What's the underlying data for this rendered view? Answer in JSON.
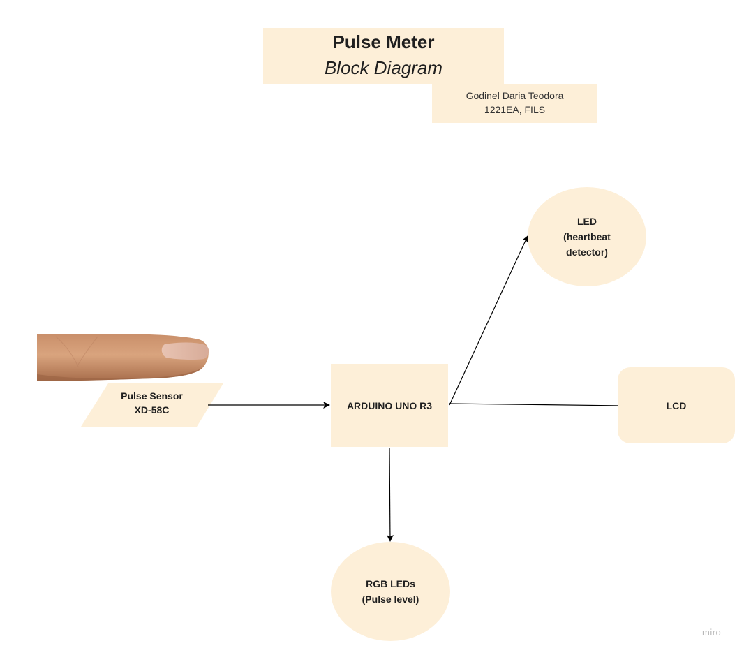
{
  "title": "Pulse Meter",
  "subtitle": "Block Diagram",
  "author": {
    "name": "Godinel Daria Teodora",
    "group": "1221EA, FILS"
  },
  "nodes": {
    "pulse_sensor": {
      "line1": "Pulse Sensor",
      "line2": "XD-58C"
    },
    "arduino": {
      "label": "ARDUINO UNO R3"
    },
    "led": {
      "line1": "LED",
      "line2": "(heartbeat",
      "line3": "detector)"
    },
    "lcd": {
      "label": "LCD"
    },
    "rgb": {
      "line1": "RGB LEDs",
      "line2": "(Pulse level)"
    }
  },
  "finger_icon": "finger-icon",
  "watermark": "miro",
  "colors": {
    "box_fill": "#fdefd8",
    "arrow": "#000000",
    "watermark": "#b8b8b8"
  }
}
